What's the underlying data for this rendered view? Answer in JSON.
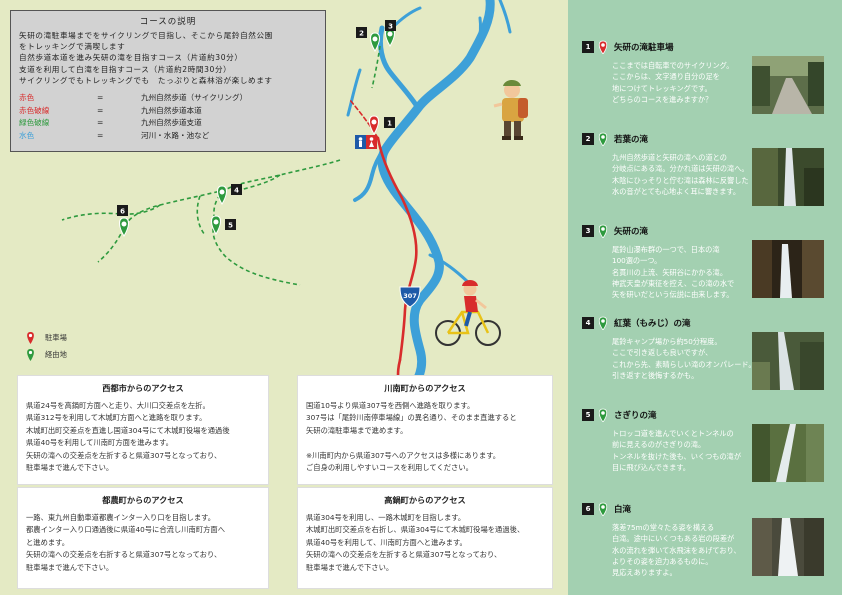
{
  "legend": {
    "title": "コースの説明",
    "lines": [
      "矢研の滝駐車場までをサイクリングで目指し、そこから尾鈴自然公園",
      "をトレッキングで満喫します",
      "自然歩道本道を進み矢研の滝を目指すコース（片道約30分）",
      "支道を利用して白滝を目指すコース（片道約2時間30分）",
      "サイクリングでもトレッキングでも　たっぷりと森林浴が楽しめます"
    ],
    "defs": [
      {
        "term": "赤色",
        "eq": "=",
        "desc": "九州自然歩道（サイクリング）",
        "color": "#d82c2c"
      },
      {
        "term": "赤色破線",
        "eq": "=",
        "desc": "九州自然歩道本道",
        "color": "#d82c2c"
      },
      {
        "term": "緑色破線",
        "eq": "=",
        "desc": "九州自然歩道支道",
        "color": "#2e9a3e"
      },
      {
        "term": "水色",
        "eq": "=",
        "desc": "河川・水路・池など",
        "color": "#3da0d8"
      }
    ]
  },
  "map_labels": {
    "route_number": "307",
    "pin_numbers": [
      "1",
      "2",
      "3",
      "4",
      "5",
      "6"
    ]
  },
  "pin_legend": {
    "parking": "駐車場",
    "waypoint": "経由地"
  },
  "access": [
    {
      "title": "西都市からのアクセス",
      "lines": [
        "県道24号を高鍋町方面へと走り、大川口交差点を左折。",
        "県道312号を利用して木城町方面へと進路を取ります。",
        "木城町出町交差点を直進し国道304号にて木城町役場を通過後",
        "県道40号を利用して川南町方面を進みます。",
        "矢研の滝への交差点を左折すると県道307号となっており、",
        "駐車場まで進んで下さい。"
      ]
    },
    {
      "title": "川南町からのアクセス",
      "lines": [
        "国道10号より県道307号を西側へ進路を取ります。",
        "307号は「尾鈴川南停車場線」の異名通り、そのまま直進すると",
        "矢研の滝駐車場まで進めます。",
        "",
        "※川南町内から県道307号へのアクセスは多様にあります。",
        "ご自身の利用しやすいコースを利用してください。"
      ]
    },
    {
      "title": "都農町からのアクセス",
      "lines": [
        "一路、東九州自動車道都農インター入り口を目指します。",
        "都農インター入り口通過後に県道40号に合流し川南町方面へ",
        "と進めます。",
        "矢研の滝への交差点を右折すると県道307号となっており、",
        "駐車場まで進んで下さい。"
      ]
    },
    {
      "title": "高鍋町からのアクセス",
      "lines": [
        "県道304号を利用し、一路木城町を目指します。",
        "木城町出町交差点を右折し、県道304号にて木城町役場を通過後、",
        "県道40号を利用して、川南町方面へと進みます。",
        "矢研の滝への交差点を左折すると県道307号となっており、",
        "駐車場まで進んで下さい。"
      ]
    }
  ],
  "spots": [
    {
      "num": "1",
      "pin": "parking",
      "title": "矢研の滝駐車場",
      "text": [
        "ここまでは自転車でのサイクリング。",
        "ここからは、文字通り自分の足を",
        "地につけてトレッキングです。",
        "どちらのコースを進みますか？"
      ]
    },
    {
      "num": "2",
      "pin": "waypoint",
      "title": "若葉の滝",
      "text": [
        "九州自然歩道と矢研の滝への道との",
        "分岐点にある滝。分かれ道は矢研の滝へ。",
        "木陰にひっそりと佇む滝は森林に反響した",
        "水の音がとても心地よく耳に響きます。"
      ]
    },
    {
      "num": "3",
      "pin": "waypoint",
      "title": "矢研の滝",
      "text": [
        "尾鈴山瀑布群の一つで、日本の滝",
        "100選の一つ。",
        "名貫川の上流、矢研谷にかかる滝。",
        "神武天皇が東征を控え、この滝の水で",
        "矢を研いだという伝説に由来します。"
      ]
    },
    {
      "num": "4",
      "pin": "waypoint",
      "title": "紅葉（もみじ）の滝",
      "text": [
        "尾鈴キャンプ場から約50分程度。",
        "ここで引き返しも良いですが、",
        "これから先、素晴らしい滝のオンパレード。",
        "引き返すと後悔するかも。"
      ]
    },
    {
      "num": "5",
      "pin": "waypoint",
      "title": "さぎりの滝",
      "text": [
        "トロッコ道を進んでいくとトンネルの",
        "前に見えるのがさぎりの滝。",
        "トンネルを抜けた後も、いくつもの滝が",
        "目に飛び込んできます。"
      ]
    },
    {
      "num": "6",
      "pin": "waypoint",
      "title": "白滝",
      "text": [
        "落差75mの堂々たる姿を構える",
        "白滝。途中にいくつもある岩の段差が",
        "水の流れを弾いて水飛沫をあげており、",
        "よりその姿を迫力あるものに。",
        "見応えありますよ。"
      ]
    }
  ],
  "colors": {
    "map_bg": "#e4eac4",
    "sidebar_bg": "#a3d0b1",
    "river": "#3da0d8",
    "route_red": "#d82c2c",
    "route_green": "#2e9a3e"
  }
}
